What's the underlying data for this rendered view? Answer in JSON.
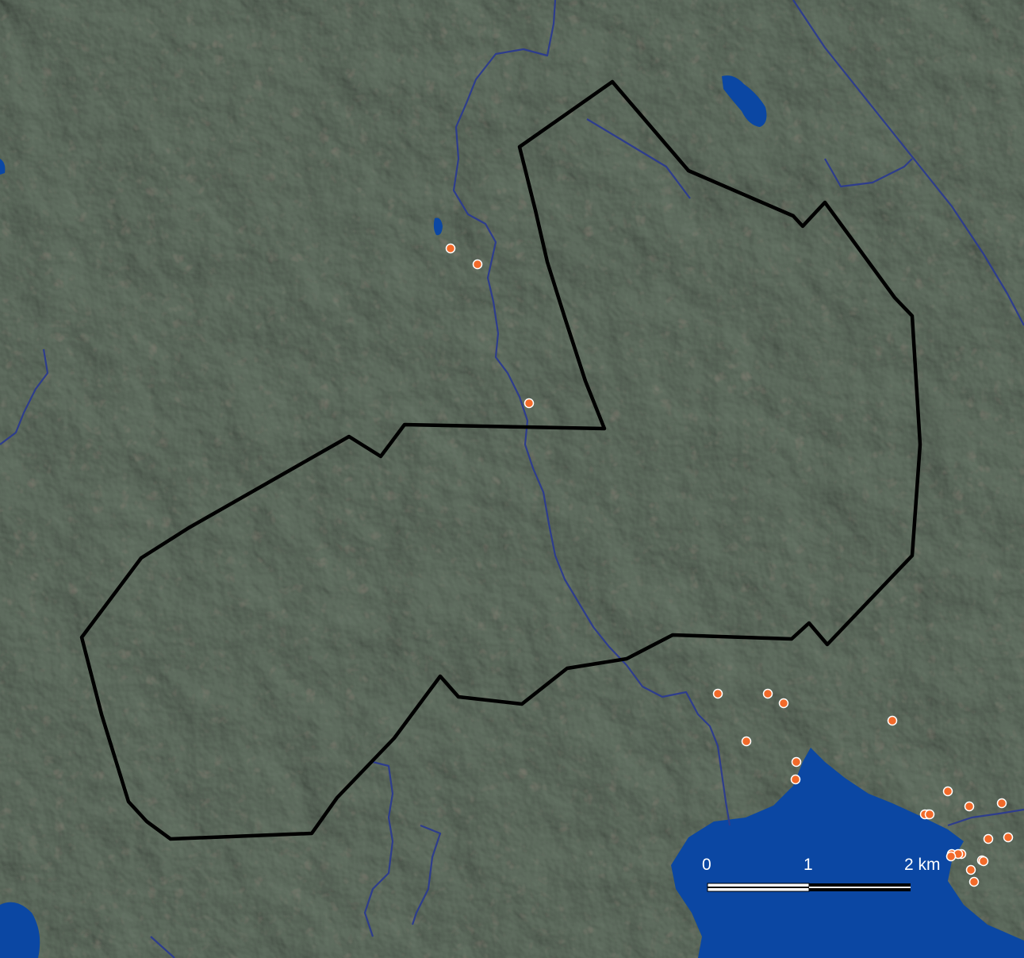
{
  "colors": {
    "terrain": "#8a978a",
    "terrain_dark": "#7b5a50",
    "water": "#0b47a3",
    "river": "#2e3d8c",
    "boundary": "#000000",
    "site": "#f26a2a",
    "site_stroke": "#ffffff"
  },
  "scale_bar": {
    "labels": [
      "0",
      "1",
      "2 km"
    ]
  },
  "sites_count_note": "",
  "sites": [
    {
      "id": "s1"
    },
    {
      "id": "s2"
    },
    {
      "id": "s3"
    },
    {
      "id": "s4"
    },
    {
      "id": "s5"
    },
    {
      "id": "s6"
    },
    {
      "id": "s7"
    },
    {
      "id": "s8"
    },
    {
      "id": "s9"
    },
    {
      "id": "s10"
    },
    {
      "id": "s11"
    },
    {
      "id": "s12"
    },
    {
      "id": "s13"
    },
    {
      "id": "s14"
    },
    {
      "id": "s15"
    },
    {
      "id": "s16"
    },
    {
      "id": "s17"
    },
    {
      "id": "s18"
    },
    {
      "id": "s19"
    },
    {
      "id": "s20"
    },
    {
      "id": "s21"
    },
    {
      "id": "s22"
    },
    {
      "id": "s23"
    },
    {
      "id": "s24"
    },
    {
      "id": "s25"
    },
    {
      "id": "s26"
    }
  ]
}
